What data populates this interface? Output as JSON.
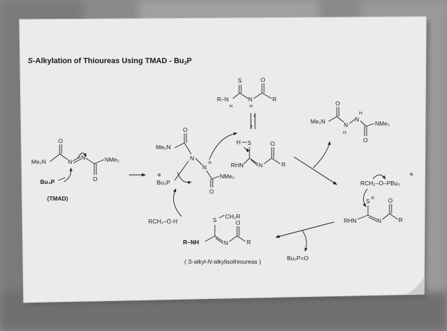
{
  "title": {
    "prefix": "S",
    "rest": "-Alkylation of Thioureas Using TMAD - Bu",
    "sub": "3",
    "end": "P"
  },
  "labels": {
    "me2n": "Me₂N",
    "nme2": "NMe₂",
    "n": "N",
    "o": "O",
    "s": "S",
    "h": "H",
    "r": "R",
    "bu3p": "Bu₃P",
    "tmad": "(TMAD)",
    "rch2oh": "RCH₂–Ö·H",
    "rhn": "RHN",
    "rnh": "R–NH",
    "rnh_top": "R–N",
    "ch2r": "CH₂R",
    "rch2o_pbu3": "RCH₂–O–PBu₃",
    "bu3po": "Bu₃P=O",
    "plus": "⊕",
    "minus": "⊖",
    "bu3p_plus": "Bu₃P"
  },
  "product": {
    "open": "( ",
    "s_italic": "S",
    "mid": "-alkyl-",
    "n_italic": "N",
    "end": "-alkylisothioureas )"
  }
}
